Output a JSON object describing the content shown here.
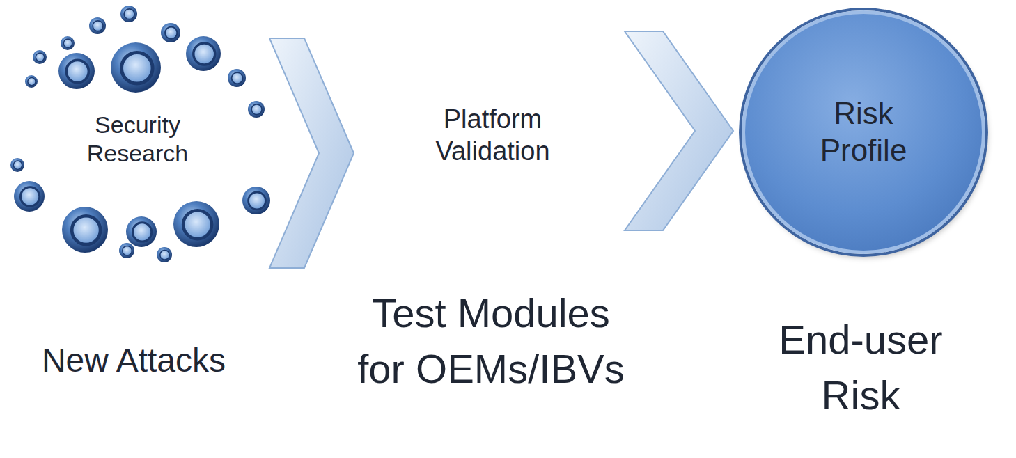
{
  "diagram": {
    "nodes": [
      {
        "text": [
          "Security Research"
        ]
      },
      {
        "text": [
          "Platform Validation"
        ]
      },
      {
        "text": [
          "Risk Profile"
        ]
      }
    ],
    "edges": [
      {
        "from": 0,
        "to": 1,
        "arrow": "to"
      },
      {
        "from": 1,
        "to": 2,
        "arrow": "to"
      }
    ],
    "labels": [
      "New Attacks",
      "Test Modules for OEMs/IBVs",
      "End-user Risk"
    ]
  }
}
